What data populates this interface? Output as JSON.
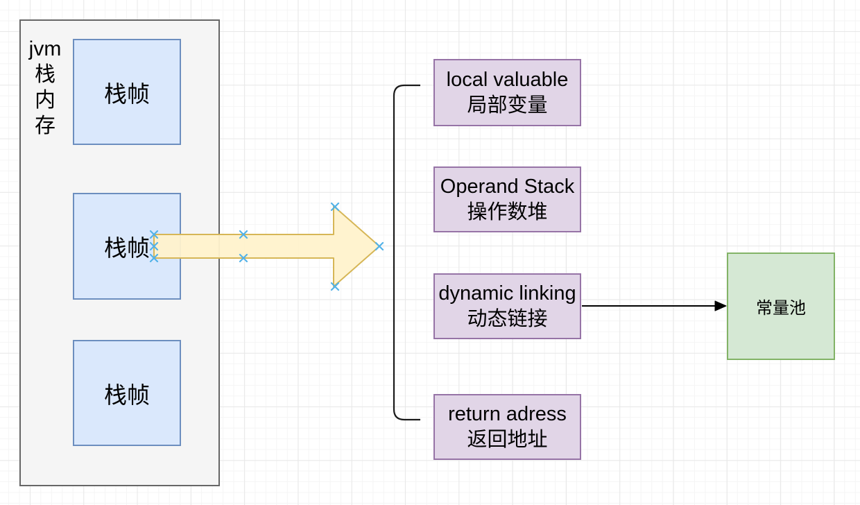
{
  "app": {
    "type": "drawio-style-diagram",
    "topic": "JVM stack memory structure"
  },
  "colors": {
    "container_fill": "#F5F5F5",
    "container_border": "#666666",
    "stack_frame_fill": "#DAE8FC",
    "stack_frame_border": "#6C8EBF",
    "detail_fill": "#E1D5E7",
    "detail_border": "#9673A6",
    "constant_pool_fill": "#D5E8D4",
    "constant_pool_border": "#82B366",
    "big_arrow_fill": "#FFF2CC",
    "big_arrow_border": "#D6B656",
    "selection_handle": "#52B2E8",
    "connector": "#000000"
  },
  "jvm_container": {
    "label": "jvm\n栈\n内\n存",
    "frames": [
      {
        "label": "栈帧"
      },
      {
        "label": "栈帧"
      },
      {
        "label": "栈帧"
      }
    ]
  },
  "frame_details": [
    {
      "title": "local valuable",
      "subtitle": "局部变量"
    },
    {
      "title": "Operand Stack",
      "subtitle": "操作数堆"
    },
    {
      "title": "dynamic linking",
      "subtitle": "动态链接"
    },
    {
      "title": "return adress",
      "subtitle": "返回地址"
    }
  ],
  "constant_pool": {
    "label": "常量池"
  }
}
